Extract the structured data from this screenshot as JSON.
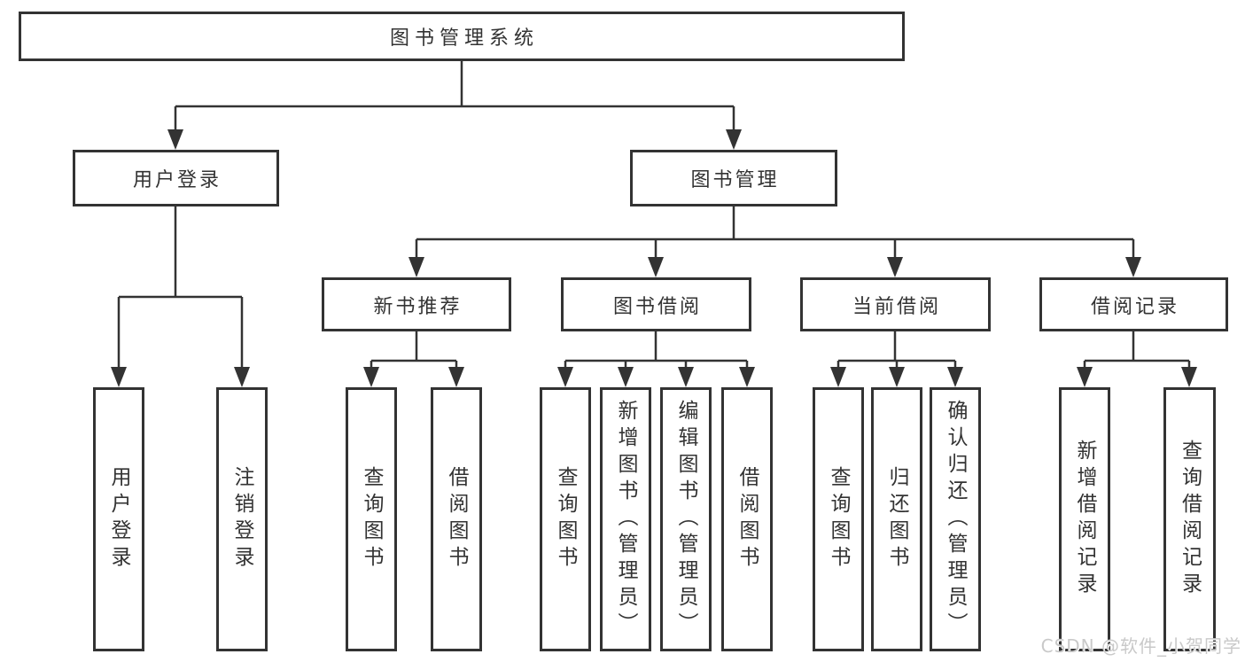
{
  "colors": {
    "line": "#333333",
    "text": "#333333",
    "box_background": "#ffffff",
    "watermark": "#c9c9c9",
    "background": "#ffffff"
  },
  "watermark": {
    "text": "CSDN @软件_小贺同学"
  },
  "tree": {
    "label": "图书管理系统",
    "children": [
      {
        "label": "用户登录",
        "children": [
          {
            "label": "用户登录"
          },
          {
            "label": "注销登录"
          }
        ]
      },
      {
        "label": "图书管理",
        "children": [
          {
            "label": "新书推荐",
            "children": [
              {
                "label": "查询图书"
              },
              {
                "label": "借阅图书"
              }
            ]
          },
          {
            "label": "图书借阅",
            "children": [
              {
                "label": "查询图书"
              },
              {
                "label": "新增图书（管理员）"
              },
              {
                "label": "编辑图书（管理员）"
              },
              {
                "label": "借阅图书"
              }
            ]
          },
          {
            "label": "当前借阅",
            "children": [
              {
                "label": "查询图书"
              },
              {
                "label": "归还图书"
              },
              {
                "label": "确认归还（管理员）"
              }
            ]
          },
          {
            "label": "借阅记录",
            "children": [
              {
                "label": "新增借阅记录"
              },
              {
                "label": "查询借阅记录"
              }
            ]
          }
        ]
      }
    ]
  }
}
